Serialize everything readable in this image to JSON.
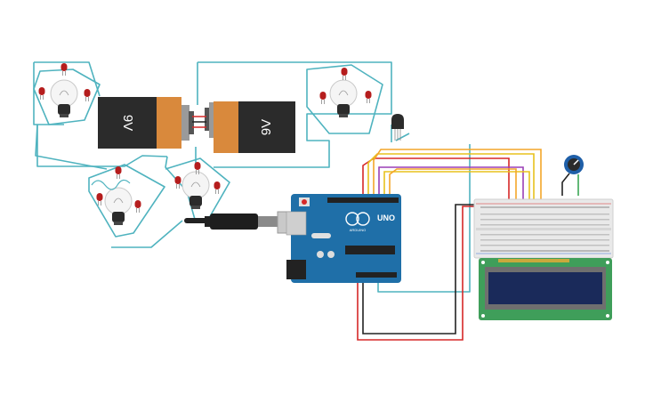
{
  "circuit": {
    "battery_left": {
      "label": "9V"
    },
    "battery_right": {
      "label": "9V"
    },
    "arduino": {
      "brand": "ARDUINO",
      "model": "UNO"
    },
    "bulb_count": 4,
    "led_count": 12,
    "components": [
      "bulb-icon",
      "led-icon",
      "battery-icon",
      "arduino-board-icon",
      "usb-cable-icon",
      "breadboard-icon",
      "lcd-display-icon",
      "potentiometer-icon",
      "temperature-sensor-icon"
    ]
  },
  "colors": {
    "wire_teal": "#4fb3bf",
    "wire_red": "#d62828",
    "wire_black": "#222222",
    "wire_orange": "#f4a62a",
    "wire_yellow": "#e8c21d",
    "wire_purple": "#9b3fb5",
    "wire_green": "#3aa655",
    "arduino_blue": "#1f6fa8",
    "battery_body": "#2b2b2b",
    "battery_cap": "#d9893c",
    "lcd_pcb": "#3f9e5a",
    "lcd_screen": "#1a2a5a",
    "breadboard": "#e9e9e9"
  }
}
